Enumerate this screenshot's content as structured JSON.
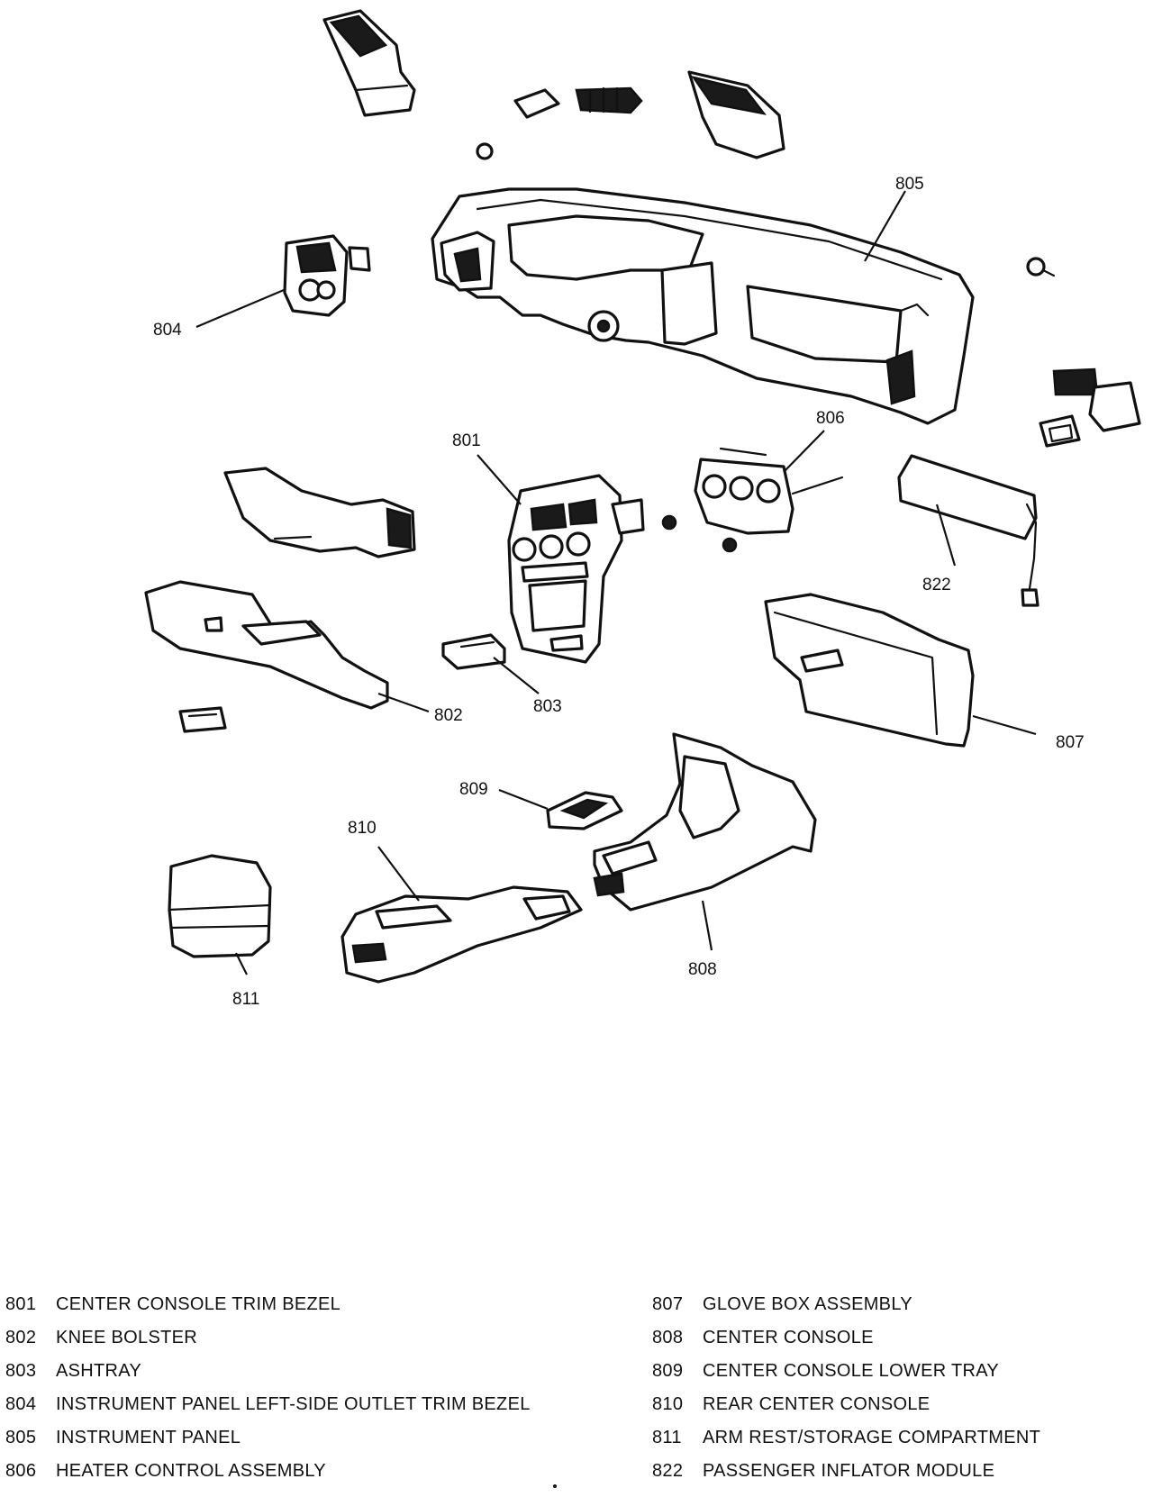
{
  "callouts": {
    "c801": "801",
    "c802": "802",
    "c803": "803",
    "c804": "804",
    "c805": "805",
    "c806": "806",
    "c807": "807",
    "c808": "808",
    "c809": "809",
    "c810": "810",
    "c811": "811",
    "c822": "822"
  },
  "legend": {
    "left": [
      {
        "num": "801",
        "label": "CENTER CONSOLE TRIM BEZEL"
      },
      {
        "num": "802",
        "label": "KNEE BOLSTER"
      },
      {
        "num": "803",
        "label": "ASHTRAY"
      },
      {
        "num": "804",
        "label": "INSTRUMENT PANEL LEFT-SIDE OUTLET TRIM BEZEL"
      },
      {
        "num": "805",
        "label": "INSTRUMENT PANEL"
      },
      {
        "num": "806",
        "label": "HEATER CONTROL ASSEMBLY"
      }
    ],
    "right": [
      {
        "num": "807",
        "label": "GLOVE BOX ASSEMBLY"
      },
      {
        "num": "808",
        "label": "CENTER CONSOLE"
      },
      {
        "num": "809",
        "label": "CENTER CONSOLE LOWER TRAY"
      },
      {
        "num": "810",
        "label": "REAR CENTER CONSOLE"
      },
      {
        "num": "811",
        "label": "ARM REST/STORAGE COMPARTMENT"
      },
      {
        "num": "822",
        "label": "PASSENGER INFLATOR MODULE"
      }
    ]
  }
}
